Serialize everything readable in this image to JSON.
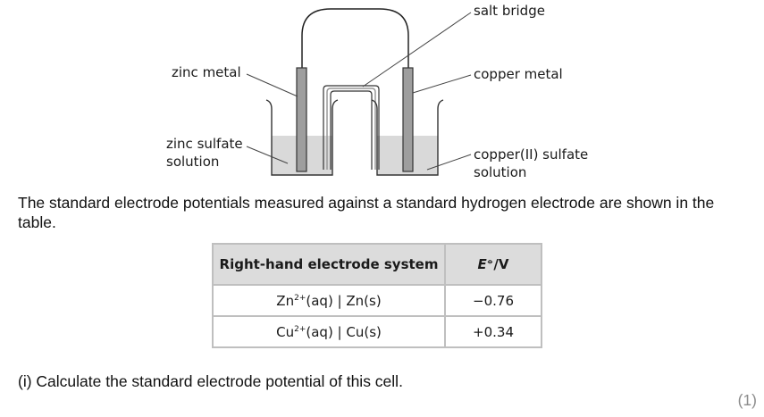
{
  "diagram": {
    "labels": {
      "salt_bridge": "salt bridge",
      "zinc_metal": "zinc metal",
      "copper_metal": "copper metal",
      "zinc_sulfate_line1": "zinc sulfate",
      "zinc_sulfate_line2": "solution",
      "copper_sulfate_line1": "copper(II) sulfate",
      "copper_sulfate_line2": "solution"
    }
  },
  "intro_text": "The standard electrode potentials measured against a standard hydrogen electrode are shown in the table.",
  "table": {
    "header_system": "Right-hand electrode system",
    "header_potential_symbol": "E",
    "header_potential_standard": "⦵",
    "header_potential_unit": "/V",
    "rows": [
      {
        "ion": "Zn",
        "charge": "2+",
        "rest": "(aq) | Zn(s)",
        "potential": "−0.76"
      },
      {
        "ion": "Cu",
        "charge": "2+",
        "rest": "(aq) | Cu(s)",
        "potential": "+0.34"
      }
    ]
  },
  "question": "(i)  Calculate the standard electrode potential of this cell.",
  "marks": "(1)"
}
